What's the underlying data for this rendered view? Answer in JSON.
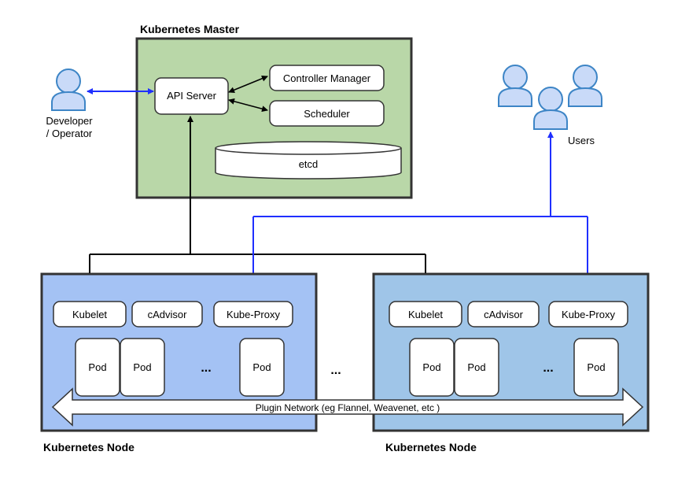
{
  "master": {
    "title": "Kubernetes Master",
    "api_server": "API Server",
    "controller_manager": "Controller Manager",
    "scheduler": "Scheduler",
    "etcd": "etcd"
  },
  "actors": {
    "developer": "Developer\n/ Operator",
    "developer_line1": "Developer",
    "developer_line2": "/ Operator",
    "users": "Users"
  },
  "nodes": [
    {
      "title": "Kubernetes Node",
      "components": [
        "Kubelet",
        "cAdvisor",
        "Kube-Proxy"
      ],
      "pods": [
        "Pod",
        "Pod",
        "Pod"
      ],
      "ellipsis": "..."
    },
    {
      "title": "Kubernetes Node",
      "components": [
        "Kubelet",
        "cAdvisor",
        "Kube-Proxy"
      ],
      "pods": [
        "Pod",
        "Pod",
        "Pod"
      ],
      "ellipsis": "..."
    }
  ],
  "between_nodes": "...",
  "network": "Plugin Network (eg Flannel, Weavenet, etc )",
  "colors": {
    "master_fill": "#b9d7a8",
    "node_left_fill": "#a4c2f4",
    "node_right_fill": "#9fc5e8",
    "user_icon_fill": "#c9daf8",
    "user_icon_stroke": "#3d85c6",
    "blue_arrow": "#1f2fff",
    "black_arrow": "#000000"
  }
}
